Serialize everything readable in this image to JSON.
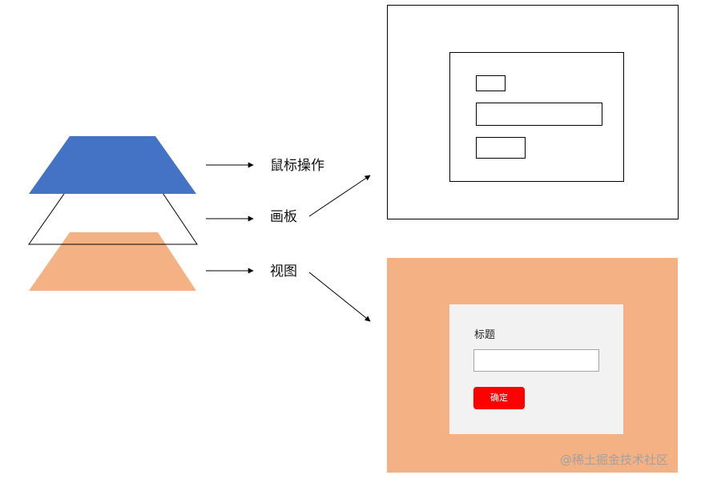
{
  "colors": {
    "mouse_layer": "#4472c4",
    "view_layer": "#f4b183",
    "outline": "#000000",
    "card_bg": "#f2f2f2",
    "confirm_button": "#ff0000"
  },
  "layers": {
    "mouse": {
      "label": "鼠标操作"
    },
    "canvas": {
      "label": "画板"
    },
    "view": {
      "label": "视图"
    }
  },
  "view_preview": {
    "form_title": "标题",
    "confirm_label": "确定"
  },
  "watermark": "@稀土掘金技术社区"
}
